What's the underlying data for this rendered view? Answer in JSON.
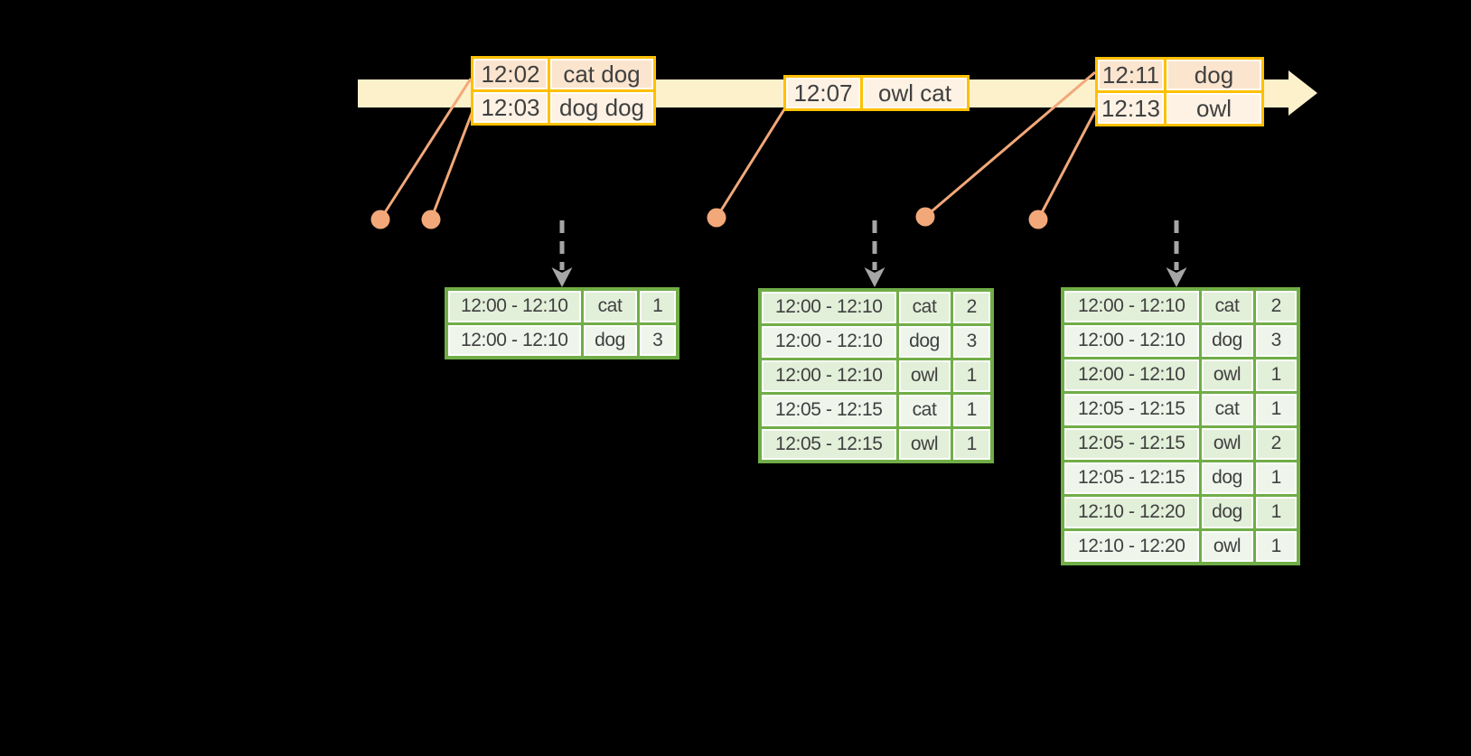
{
  "colors": {
    "background": "#000000",
    "timeline_fill": "#FCF1CB",
    "event_border": "#FFC000",
    "event_row_dark": "#FBE5CF",
    "event_row_light": "#FDF2E4",
    "result_border": "#70AD47",
    "result_row_dark": "#E2EFD9",
    "result_row_light": "#EFF5EB",
    "connector": "#F2A879",
    "dashed_arrow": "#A6A6A6",
    "text": "#404040"
  },
  "icons": {
    "timeline_arrowhead": "▶",
    "trigger_arrow": "↓",
    "event_dot": "●"
  },
  "event_tables": [
    {
      "rows": [
        [
          "12:02",
          "cat dog"
        ],
        [
          "12:03",
          "dog dog"
        ]
      ]
    },
    {
      "rows": [
        [
          "12:07",
          "owl cat"
        ]
      ]
    },
    {
      "rows": [
        [
          "12:11",
          "dog"
        ],
        [
          "12:13",
          "owl"
        ]
      ]
    }
  ],
  "result_tables": [
    {
      "rows": [
        [
          "12:00 - 12:10",
          "cat",
          "1"
        ],
        [
          "12:00 - 12:10",
          "dog",
          "3"
        ]
      ]
    },
    {
      "rows": [
        [
          "12:00 - 12:10",
          "cat",
          "2"
        ],
        [
          "12:00 - 12:10",
          "dog",
          "3"
        ],
        [
          "12:00 - 12:10",
          "owl",
          "1"
        ],
        [
          "12:05 - 12:15",
          "cat",
          "1"
        ],
        [
          "12:05 - 12:15",
          "owl",
          "1"
        ]
      ]
    },
    {
      "rows": [
        [
          "12:00 - 12:10",
          "cat",
          "2"
        ],
        [
          "12:00 - 12:10",
          "dog",
          "3"
        ],
        [
          "12:00 - 12:10",
          "owl",
          "1"
        ],
        [
          "12:05 - 12:15",
          "cat",
          "1"
        ],
        [
          "12:05 - 12:15",
          "owl",
          "2"
        ],
        [
          "12:05 - 12:15",
          "dog",
          "1"
        ],
        [
          "12:10 - 12:20",
          "dog",
          "1"
        ],
        [
          "12:10 - 12:20",
          "owl",
          "1"
        ]
      ]
    }
  ]
}
